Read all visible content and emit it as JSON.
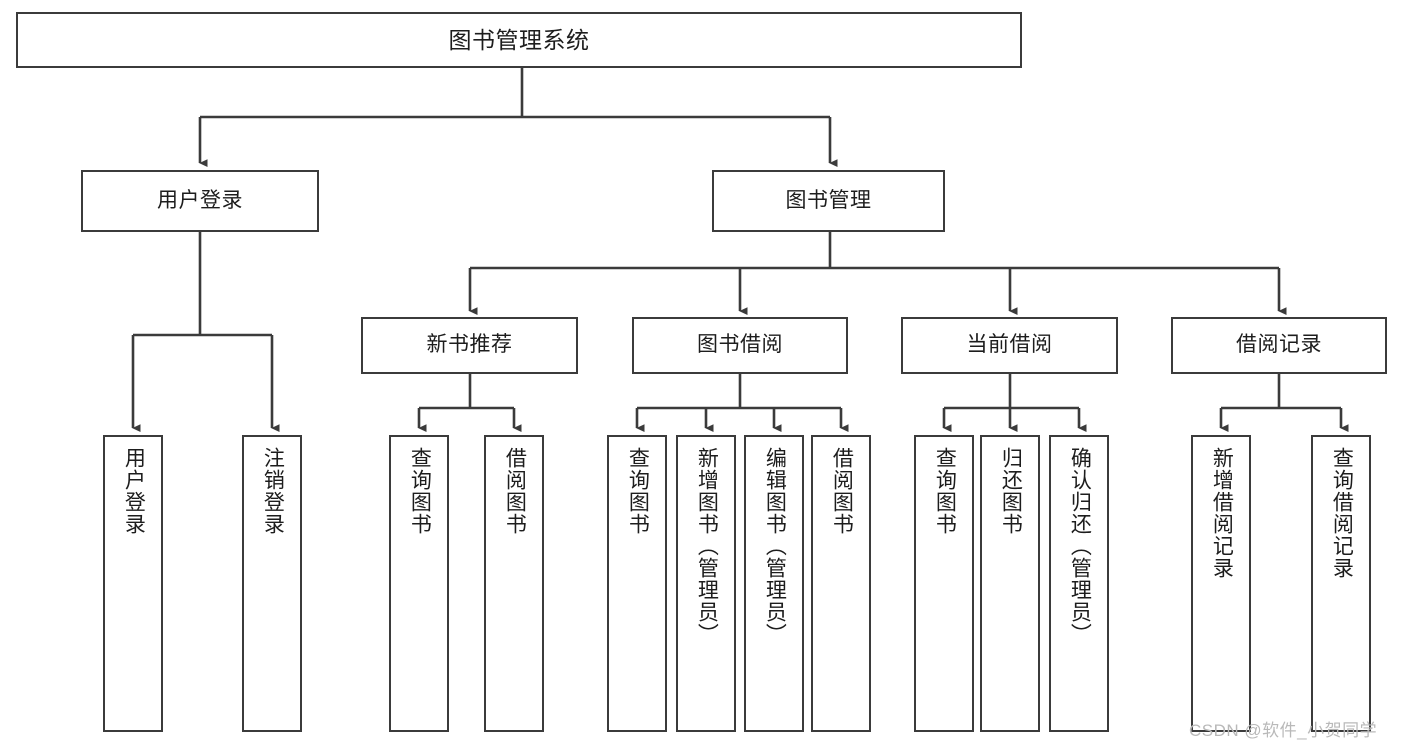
{
  "diagram": {
    "type": "tree-hierarchy-diagram",
    "title": "图书管理系统",
    "watermark": "CSDN @软件_小贺同学",
    "colors": {
      "box_border": "#3b3b3b",
      "box_fill": "#ffffff",
      "connector": "#3b3b3b",
      "text": "#1d1d1d",
      "watermark": "#b9b9b9",
      "background": "#ffffff"
    },
    "root": {
      "label": "图书管理系统"
    },
    "level1": [
      {
        "label": "用户登录"
      },
      {
        "label": "图书管理"
      }
    ],
    "level2": [
      {
        "label": "新书推荐"
      },
      {
        "label": "图书借阅"
      },
      {
        "label": "当前借阅"
      },
      {
        "label": "借阅记录"
      }
    ],
    "leaves": {
      "user_login": [
        {
          "label": "用户登录"
        },
        {
          "label": "注销登录"
        }
      ],
      "new_book_recommend": [
        {
          "label": "查询图书"
        },
        {
          "label": "借阅图书"
        }
      ],
      "book_borrow": [
        {
          "label": "查询图书"
        },
        {
          "label": "新增图书（管理员）"
        },
        {
          "label": "编辑图书（管理员）"
        },
        {
          "label": "借阅图书"
        }
      ],
      "current_borrow": [
        {
          "label": "查询图书"
        },
        {
          "label": "归还图书"
        },
        {
          "label": "确认归还（管理员）"
        }
      ],
      "borrow_record": [
        {
          "label": "新增借阅记录"
        },
        {
          "label": "查询借阅记录"
        }
      ]
    }
  }
}
